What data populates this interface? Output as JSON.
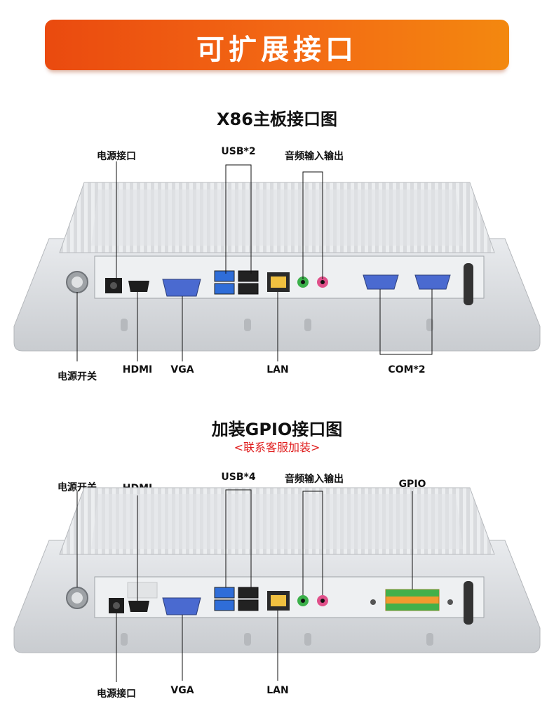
{
  "banner": {
    "title": "可扩展接口"
  },
  "section1": {
    "title": "X86主板接口图",
    "labels": {
      "power_port": "电源接口",
      "usb": "USB*2",
      "audio": "音频输入输出",
      "power_switch": "电源开关",
      "hdmi": "HDMI",
      "vga": "VGA",
      "lan": "LAN",
      "com": "COM*2"
    }
  },
  "section2": {
    "title": "加装GPIO接口图",
    "subtitle": "<联系客服加装>",
    "labels": {
      "power_switch": "电源开关",
      "hdmi": "HDMI",
      "usb": "USB*4",
      "audio": "音频输入输出",
      "gpio": "GPIO",
      "power_port": "电源接口",
      "vga": "VGA",
      "lan": "LAN"
    }
  },
  "colors": {
    "banner_start": "#ea4a0f",
    "banner_end": "#f3880f",
    "subtitle": "#e01d1d"
  }
}
